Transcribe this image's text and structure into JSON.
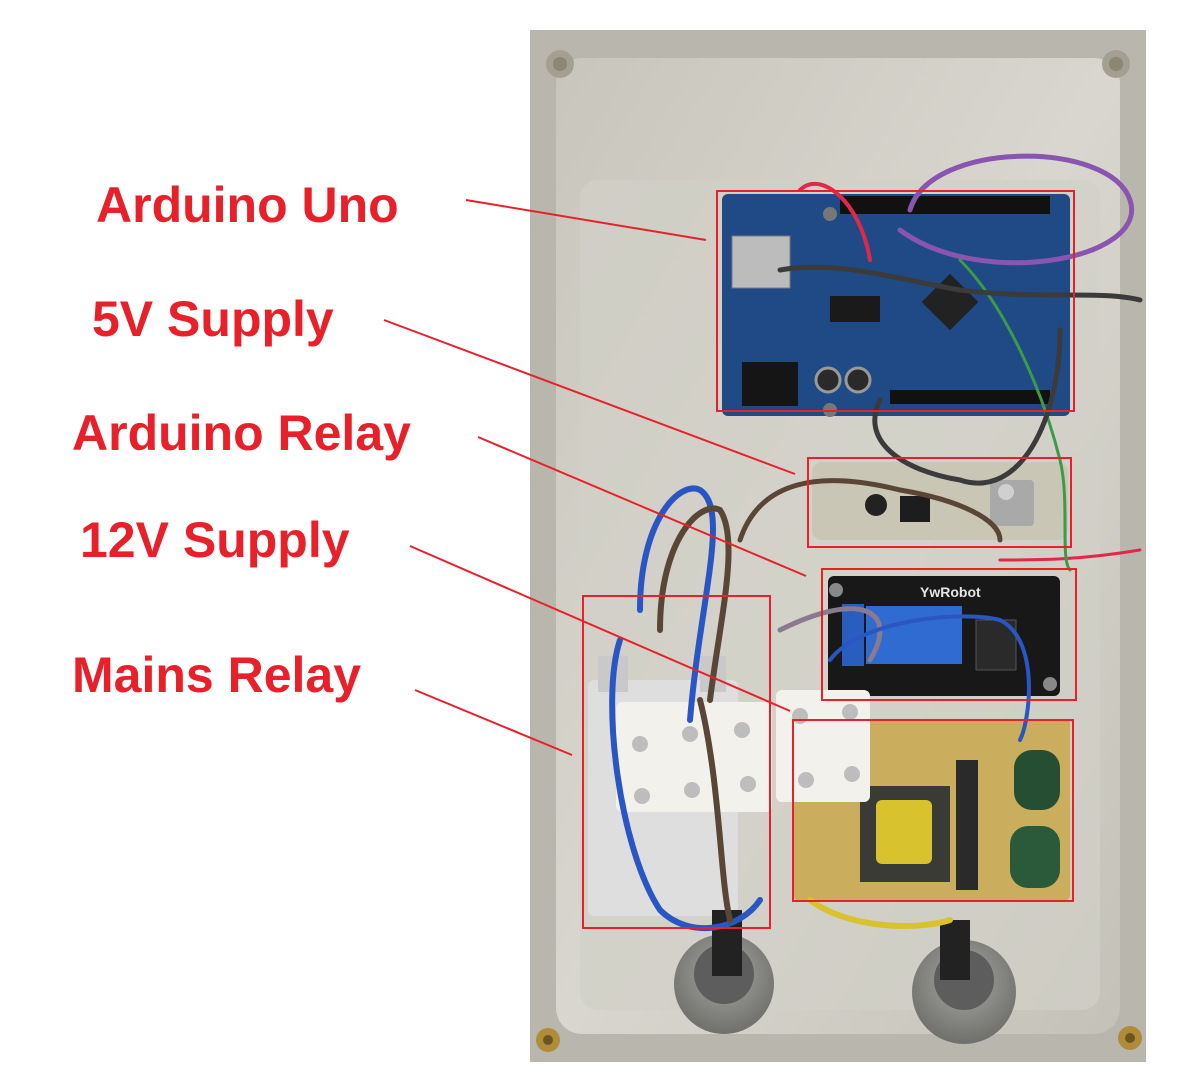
{
  "labels": {
    "arduino_uno": "Arduino Uno",
    "supply_5v": "5V Supply",
    "arduino_relay": "Arduino Relay",
    "supply_12v": "12V Supply",
    "mains_relay": "Mains Relay"
  },
  "board_text": {
    "relay_brand": "YwRobot"
  },
  "colors": {
    "annotation": "#e8202a",
    "enclosure": "#d3d1c8",
    "wire_blue": "#2a56c4",
    "wire_brown": "#5a4636",
    "wire_purple": "#8a55b0",
    "wire_red": "#e0284a",
    "wire_green": "#3d9a48",
    "pcb_blue": "#1f4a86",
    "relay_blue": "#2f6bd0"
  }
}
